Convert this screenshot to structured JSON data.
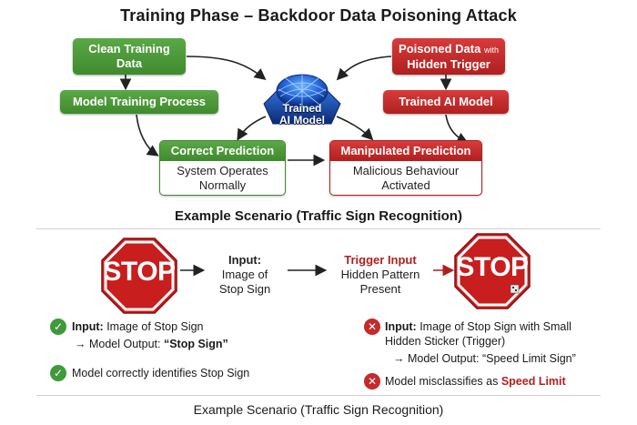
{
  "title": "Training Phase – Backdoor Data Poisoning Attack",
  "left": {
    "clean_data": "Clean Training\nData",
    "training_process": "Model Training Process"
  },
  "center": {
    "model_label": "Trained\nAI Model"
  },
  "right": {
    "poisoned_main": "Poisoned Data",
    "poisoned_with": "with",
    "poisoned_trigger": "Hidden Trigger",
    "trained_model": "Trained AI Model"
  },
  "correct": {
    "head": "Correct Prediction",
    "body": "System Operates\nNormally"
  },
  "manipulated": {
    "head": "Manipulated Prediction",
    "body": "Malicious Behaviour\nActivated"
  },
  "scenario_title": "Example Scenario (Traffic Sign Recognition)",
  "scenario": {
    "stop_text": "STOP",
    "input_label": "Input:",
    "input_desc": "Image of\nStop Sign",
    "trigger_label": "Trigger Input",
    "trigger_desc": "Hidden Pattern\nPresent"
  },
  "results": {
    "left1_a": "Input:",
    "left1_b": " Image of Stop Sign",
    "left1_output_prefix": "→ Model Output: ",
    "left1_output_value": "“Stop Sign”",
    "left2": "Model correctly identifies Stop Sign",
    "right1_a": "Input:",
    "right1_b": " Image of Stop Sign with Small\nHidden Sticker (Trigger)",
    "right1_output": "→ Model Output: “Speed Limit Sign”",
    "right2_a": "Model misclassifies as ",
    "right2_b": "Speed Limit"
  },
  "footer_title": "Example Scenario (Traffic Sign Recognition)",
  "colors": {
    "green": "#3f8a2e",
    "red": "#b01f1f",
    "blue": "#1f5fbf"
  }
}
